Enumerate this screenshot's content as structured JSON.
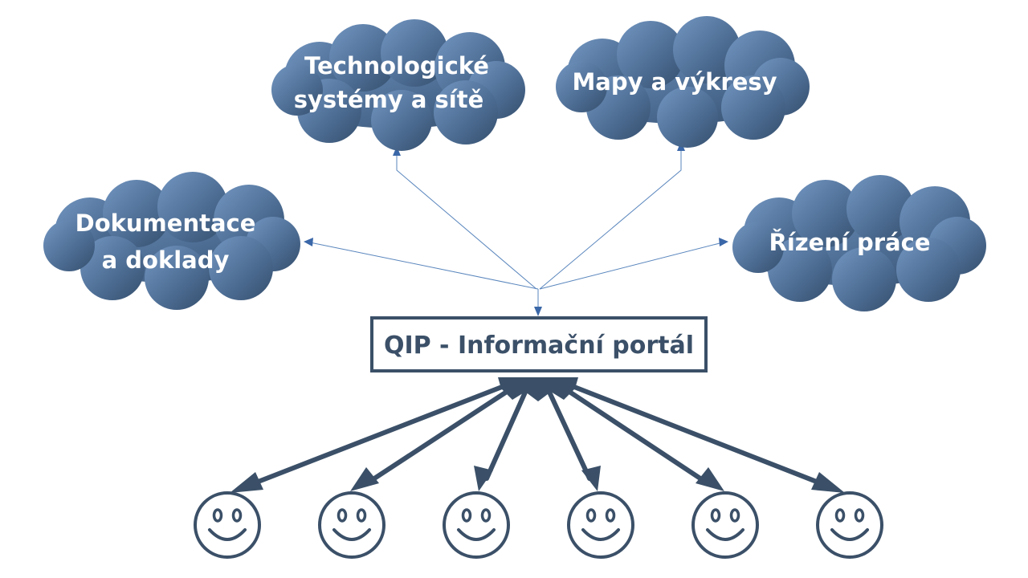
{
  "portal": {
    "title": "QIP - Informační portál"
  },
  "clouds": [
    {
      "id": "technologicke",
      "lines": [
        "Technologické",
        "systémy a sítě"
      ]
    },
    {
      "id": "mapy",
      "lines": [
        "Mapy a výkresy"
      ]
    },
    {
      "id": "dokumentace",
      "lines": [
        "Dokumentace",
        "a doklady"
      ]
    },
    {
      "id": "rizeni",
      "lines": [
        "Řízení práce"
      ]
    }
  ],
  "users": {
    "count": 6,
    "icon": "smiley-face-icon"
  },
  "colors": {
    "cloud_light": "#6f92bd",
    "cloud_dark": "#344e6c",
    "thin_arrow": "#5a86bd",
    "thin_head": "#3a67a8",
    "thick_arrow": "#3b5068",
    "portal_border": "#3b5068",
    "text_dark": "#3b5068"
  }
}
